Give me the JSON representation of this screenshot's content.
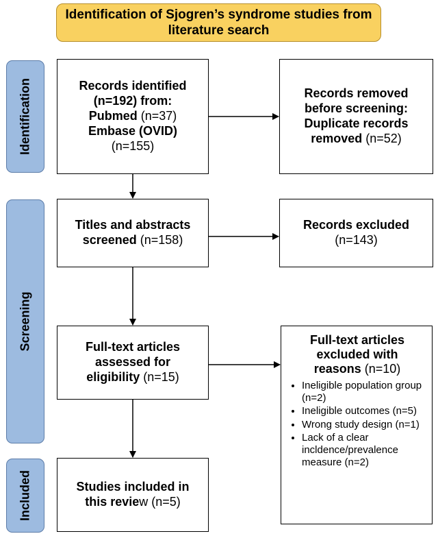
{
  "title": "Identification of Sjogren’s syndrome studies from literature search",
  "stages": {
    "identification": "Identification",
    "screening": "Screening",
    "included": "Included"
  },
  "boxes": {
    "records_identified": {
      "line1": "Records identified",
      "line2": "(n=192) from:",
      "pubmed_label": "Pubmed",
      "pubmed_count": "(n=37)",
      "embase_label": "Embase (OVID)",
      "embase_count": "(n=155)"
    },
    "records_removed": {
      "line1": "Records removed",
      "line2": "before screening:",
      "line3": "Duplicate records",
      "line4_bold": "removed",
      "line4_count": "(n=52)"
    },
    "screened": {
      "line1": "Titles and abstracts",
      "line2_bold": "screened",
      "line2_count": "(n=158)"
    },
    "excluded": {
      "line1": "Records excluded",
      "line2": "(n=143)"
    },
    "fulltext": {
      "line1": "Full-text articles",
      "line2": "assessed for",
      "line3_bold": "eligibility",
      "line3_count": "(n=15)"
    },
    "fulltext_excluded": {
      "line1": "Full-text articles",
      "line2": "excluded with",
      "line3_bold": "reasons",
      "line3_count": "(n=10)",
      "reasons": [
        "Ineligible population group (n=2)",
        "Ineligible outcomes (n=5)",
        "Wrong study design (n=1)",
        "Lack of a clear incldence/prevalence measure (n=2)"
      ]
    },
    "included": {
      "line1": "Studies included in",
      "line2_bold": "this revie",
      "line2_rest": "w",
      "line2_count": "(n=5)"
    }
  },
  "colors": {
    "title_fill": "#f9d160",
    "stage_fill": "#9dbbe0"
  }
}
